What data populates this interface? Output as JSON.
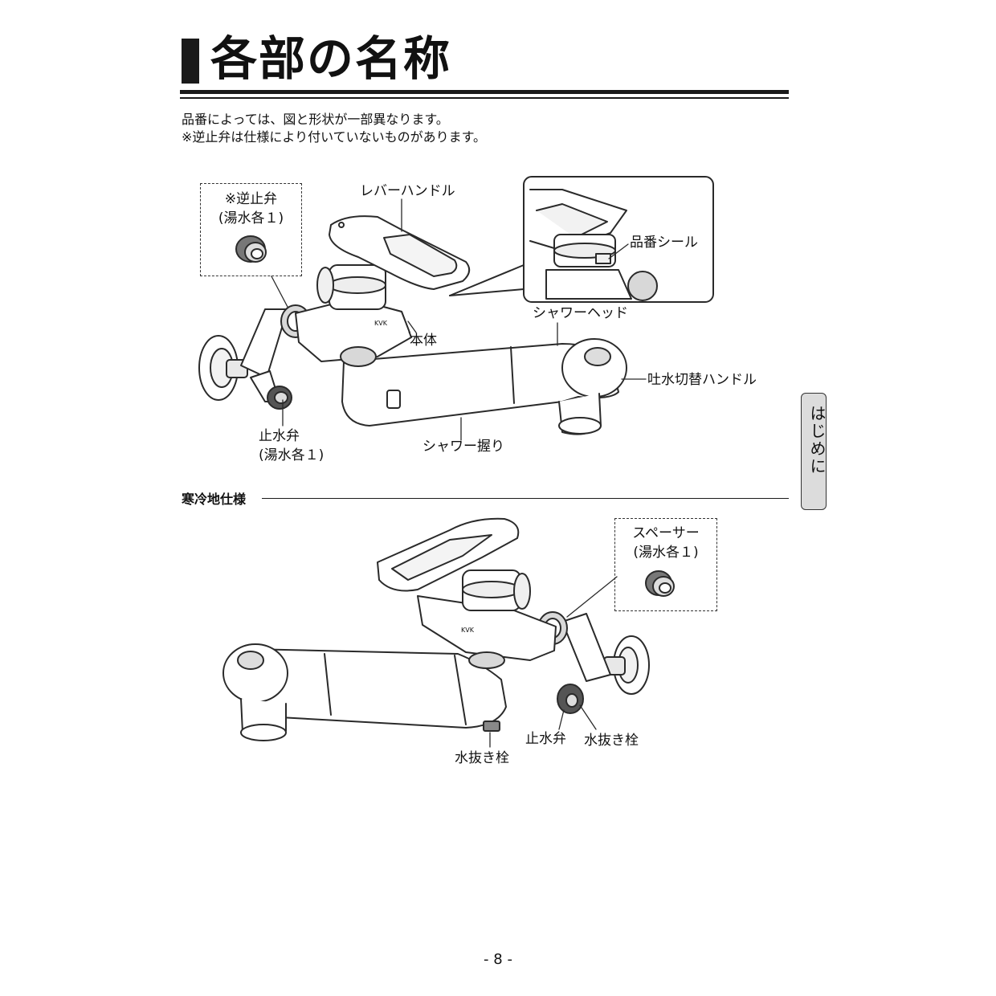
{
  "header": {
    "title": "各部の名称"
  },
  "notes": [
    "品番によっては、図と形状が一部異なります。",
    "※逆止弁は仕様により付いていないものがあります。"
  ],
  "top_diagram": {
    "check_valve": {
      "line1": "※逆止弁",
      "line2": "(湯水各１)"
    },
    "lever_handle": "レバーハンドル",
    "model_seal": "品番シール",
    "shower_head": "シャワーヘッド",
    "body": "本体",
    "switch_handle": "吐水切替ハンドル",
    "stop_valve": {
      "line1": "止水弁",
      "line2": "(湯水各１)"
    },
    "shower_grip": "シャワー握り",
    "brand_mark": "KVK"
  },
  "section": {
    "title": "寒冷地仕様"
  },
  "bottom_diagram": {
    "spacer": {
      "line1": "スペーサー",
      "line2": "(湯水各１)"
    },
    "stop_valve": "止水弁",
    "drain_plug_right": "水抜き栓",
    "drain_plug_bottom": "水抜き栓",
    "brand_mark": "KVK"
  },
  "side_tab": {
    "label": "はじめに"
  },
  "footer": {
    "page_number": "- 8 -"
  }
}
